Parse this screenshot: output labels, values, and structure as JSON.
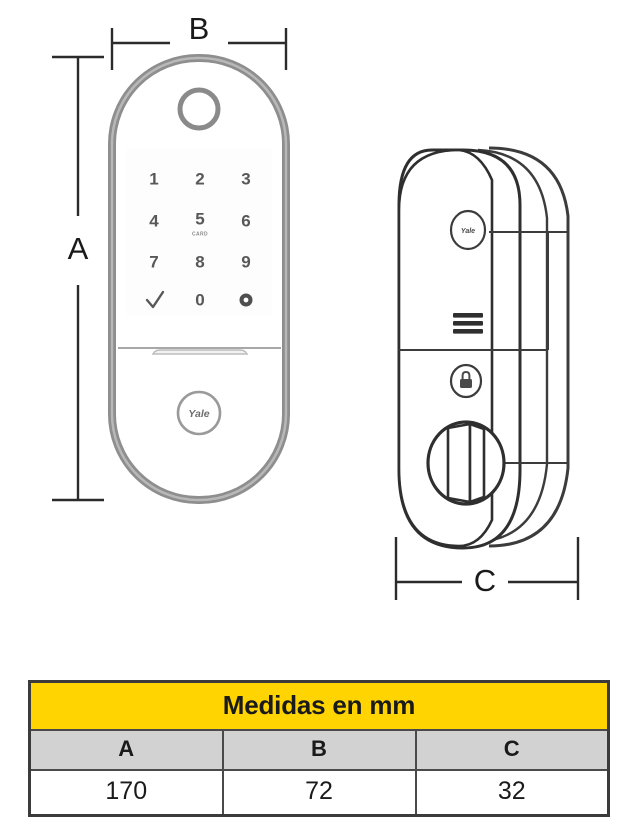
{
  "diagram": {
    "title_alt": "Yale smart lock dimension diagram",
    "dimensions": {
      "a_label": "A",
      "b_label": "B",
      "c_label": "C"
    },
    "front_view": {
      "name": "front-exterior-keypad-view",
      "fingerprint_reader": "fingerprint-reader",
      "keypad": {
        "rows": [
          [
            "1",
            "2",
            "3"
          ],
          [
            "4",
            "5",
            "6"
          ],
          [
            "7",
            "8",
            "9"
          ],
          [
            "✓",
            "0",
            "⬤"
          ]
        ],
        "card_label": "CARD"
      },
      "brand": "Yale"
    },
    "side_view": {
      "name": "interior-thumbturn-view",
      "brand": "Yale",
      "speaker_grille": "speaker-grille",
      "lock_button": "lock-button",
      "thumbturn": "thumbturn-knob"
    }
  },
  "table": {
    "title": "Medidas en mm",
    "columns": [
      "A",
      "B",
      "C"
    ],
    "values": [
      "170",
      "72",
      "32"
    ],
    "colors": {
      "title_bg": "#FFD400",
      "header_bg": "#D2D2D2",
      "value_bg": "#FFFFFF",
      "border": "#3B3B3B"
    }
  }
}
